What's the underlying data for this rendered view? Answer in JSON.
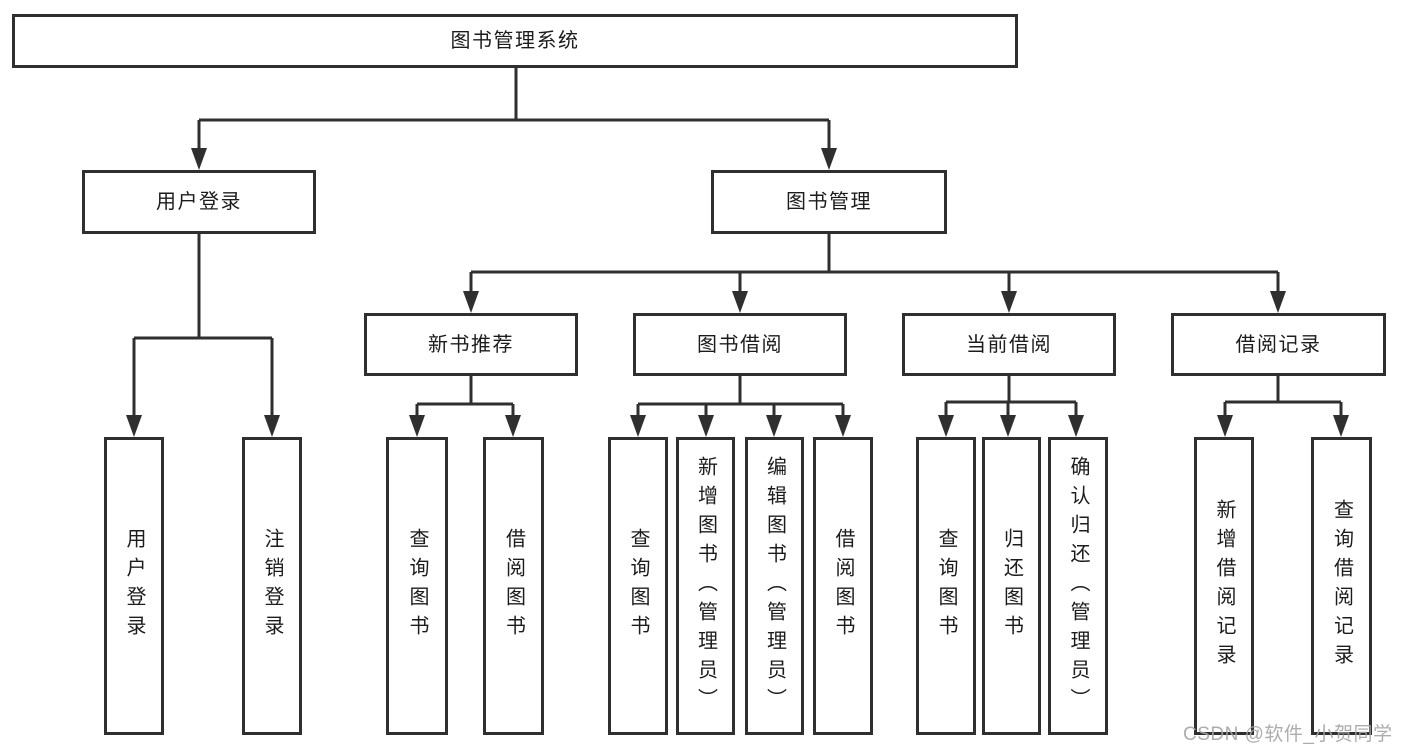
{
  "colors": {
    "line": "#2f2f2f",
    "box_border": "#2f2f2f",
    "box_background": "#ffffff",
    "text": "#1c1c1c",
    "page_background": "#ffffff",
    "watermark": "#a4a4a4"
  },
  "tree": {
    "root": {
      "label": "图书管理系统"
    },
    "branches": [
      {
        "label": "用户登录",
        "children": [
          {
            "label": "用户登录"
          },
          {
            "label": "注销登录"
          }
        ]
      },
      {
        "label": "图书管理",
        "children": [
          {
            "label": "新书推荐",
            "children": [
              {
                "label": "查询图书"
              },
              {
                "label": "借阅图书"
              }
            ]
          },
          {
            "label": "图书借阅",
            "children": [
              {
                "label": "查询图书"
              },
              {
                "label": "新增图书（管理员）"
              },
              {
                "label": "编辑图书（管理员）"
              },
              {
                "label": "借阅图书"
              }
            ]
          },
          {
            "label": "当前借阅",
            "children": [
              {
                "label": "查询图书"
              },
              {
                "label": "归还图书"
              },
              {
                "label": "确认归还（管理员）"
              }
            ]
          },
          {
            "label": "借阅记录",
            "children": [
              {
                "label": "新增借阅记录"
              },
              {
                "label": "查询借阅记录"
              }
            ]
          }
        ]
      }
    ]
  },
  "watermark": {
    "text": "CSDN @软件_小贺同学"
  }
}
